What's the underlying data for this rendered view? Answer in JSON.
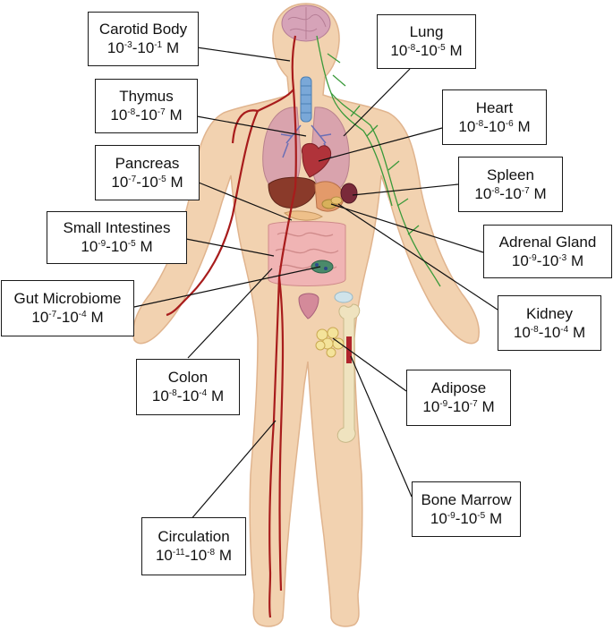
{
  "labels": [
    {
      "id": "carotid-body",
      "name": "Carotid Body",
      "base1": "10",
      "exp1": "-3",
      "base2": "10",
      "exp2": "-1",
      "unit": "M"
    },
    {
      "id": "thymus",
      "name": "Thymus",
      "base1": "10",
      "exp1": "-8",
      "base2": "10",
      "exp2": "-7",
      "unit": "M"
    },
    {
      "id": "pancreas",
      "name": "Pancreas",
      "base1": "10",
      "exp1": "-7",
      "base2": "10",
      "exp2": "-5",
      "unit": "M"
    },
    {
      "id": "small-intestines",
      "name": "Small Intestines",
      "base1": "10",
      "exp1": "-9",
      "base2": "10",
      "exp2": "-5",
      "unit": "M"
    },
    {
      "id": "gut-microbiome",
      "name": "Gut Microbiome",
      "base1": "10",
      "exp1": "-7",
      "base2": "10",
      "exp2": "-4",
      "unit": "M"
    },
    {
      "id": "colon",
      "name": "Colon",
      "base1": "10",
      "exp1": "-8",
      "base2": "10",
      "exp2": "-4",
      "unit": "M"
    },
    {
      "id": "circulation",
      "name": "Circulation",
      "base1": "10",
      "exp1": "-11",
      "base2": "10",
      "exp2": "-8",
      "unit": "M"
    },
    {
      "id": "lung",
      "name": "Lung",
      "base1": "10",
      "exp1": "-8",
      "base2": "10",
      "exp2": "-5",
      "unit": "M"
    },
    {
      "id": "heart",
      "name": "Heart",
      "base1": "10",
      "exp1": "-8",
      "base2": "10",
      "exp2": "-6",
      "unit": "M"
    },
    {
      "id": "spleen",
      "name": "Spleen",
      "base1": "10",
      "exp1": "-8",
      "base2": "10",
      "exp2": "-7",
      "unit": "M"
    },
    {
      "id": "adrenal-gland",
      "name": "Adrenal Gland",
      "base1": "10",
      "exp1": "-9",
      "base2": "10",
      "exp2": "-3",
      "unit": "M"
    },
    {
      "id": "kidney",
      "name": "Kidney",
      "base1": "10",
      "exp1": "-8",
      "base2": "10",
      "exp2": "-4",
      "unit": "M"
    },
    {
      "id": "adipose",
      "name": "Adipose",
      "base1": "10",
      "exp1": "-9",
      "base2": "10",
      "exp2": "-7",
      "unit": "M"
    },
    {
      "id": "bone-marrow",
      "name": "Bone Marrow",
      "base1": "10",
      "exp1": "-9",
      "base2": "10",
      "exp2": "-5",
      "unit": "M"
    }
  ],
  "colors": {
    "skin": "#f2d2b0",
    "skin_outline": "#e0b48e",
    "artery": "#a81c1c",
    "lymph": "#3a9a3a",
    "lung": "#d9a3ad",
    "heart": "#b0333a",
    "liver": "#8a3a2a",
    "intestine": "#f0b4b4",
    "bone": "#efe3bf",
    "brain": "#d6a3b8",
    "box_border": "#1a1a1a"
  }
}
